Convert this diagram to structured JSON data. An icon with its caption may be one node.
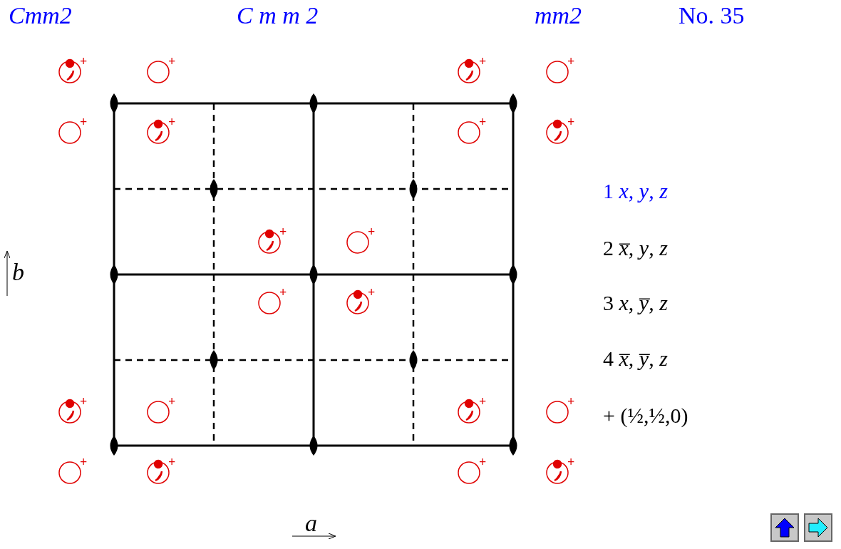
{
  "diagram": {
    "labels": [
      "Cmm2",
      "C m m 2",
      "mm2",
      "No. 35",
      "+",
      "+",
      "+",
      "+",
      "+",
      "+",
      "+",
      "+",
      "+",
      "+",
      "+",
      "+",
      "+",
      "+",
      "+",
      "+",
      "+",
      "+",
      "+",
      "+",
      "b",
      "a",
      "1 *x*, *y*, *z*",
      "2 *x̅*, *y*, *z*",
      "3 *x*, *y̅*, *z*",
      "4 *x̅*, *y̅*, *z*",
      "+ (½,½,0)"
    ]
  }
}
